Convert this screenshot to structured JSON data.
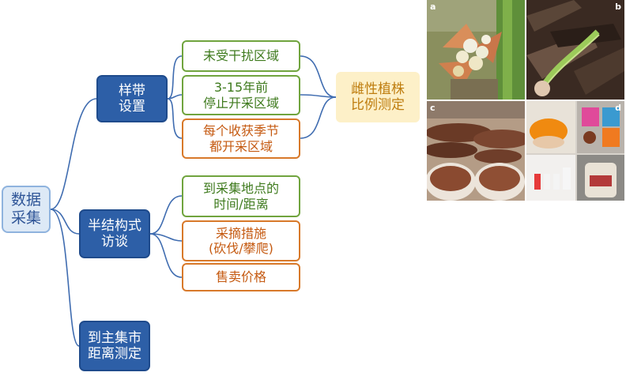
{
  "root": {
    "line1": "数据",
    "line2": "采集"
  },
  "categories": [
    {
      "line1": "样带",
      "line2": "设置"
    },
    {
      "line1": "半结构式",
      "line2": "访谈"
    },
    {
      "line1": "到主集市",
      "line2": "距离测定"
    }
  ],
  "leaves": [
    {
      "line1": "未受干扰区域",
      "line2": ""
    },
    {
      "line1": "3-15年前",
      "line2": "停止开采区域"
    },
    {
      "line1": "每个收获季节",
      "line2": "都开采区域"
    },
    {
      "line1": "到采集地点的",
      "line2": "时间/距离"
    },
    {
      "line1": "采摘措施",
      "line2": "(砍伐/攀爬)"
    },
    {
      "line1": "售卖价格",
      "line2": ""
    }
  ],
  "target": {
    "line1": "雌性植株",
    "line2": "比例测定"
  },
  "photos": {
    "labels": [
      "a",
      "b",
      "c",
      "d"
    ],
    "panels": [
      "male-flowers-photo",
      "dried-pods-photo",
      "seeds-drying-photo",
      "products-photo"
    ]
  },
  "colors": {
    "category_fill": "#2d5fa7",
    "green_border": "#70a43e",
    "orange_border": "#d8792a",
    "target_fill": "#fdf0c8",
    "connector": "#3f6cb0"
  }
}
